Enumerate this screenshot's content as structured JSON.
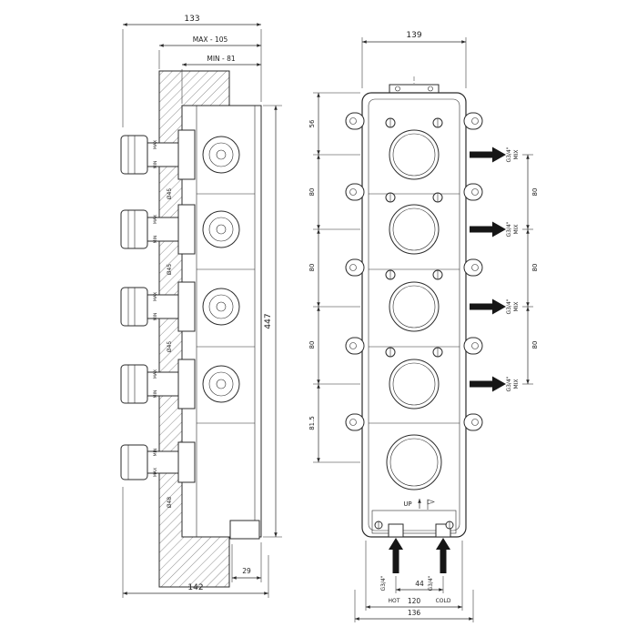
{
  "drawing": {
    "background": "#ffffff",
    "ink_color": "#2b2b2b"
  },
  "side_view": {
    "dim_overall_depth": "133",
    "dim_max_depth": "MAX - 105",
    "dim_min_depth": "MIN - 81",
    "dim_height": "447",
    "dim_bottom_depth": "142",
    "dim_foot_offset": "29",
    "max_label": "MAX",
    "min_label": "MIN",
    "dia_labels": [
      "Ø45",
      "Ø45",
      "Ø45",
      "Ø48"
    ]
  },
  "front_view": {
    "dim_width": "139",
    "left_chain": [
      "56",
      "80",
      "80",
      "80",
      "81.5"
    ],
    "right_chain": [
      "80",
      "80",
      "80"
    ],
    "outlet_size": "G3/4\"",
    "outlet_name": "MIX",
    "inlet_size": "G3/4\"",
    "inlet_hot": "HOT",
    "inlet_cold": "COLD",
    "up_label": "UP",
    "dim_inlet_spacing": "44",
    "dim_body_width": "120",
    "dim_mount_width": "136"
  }
}
